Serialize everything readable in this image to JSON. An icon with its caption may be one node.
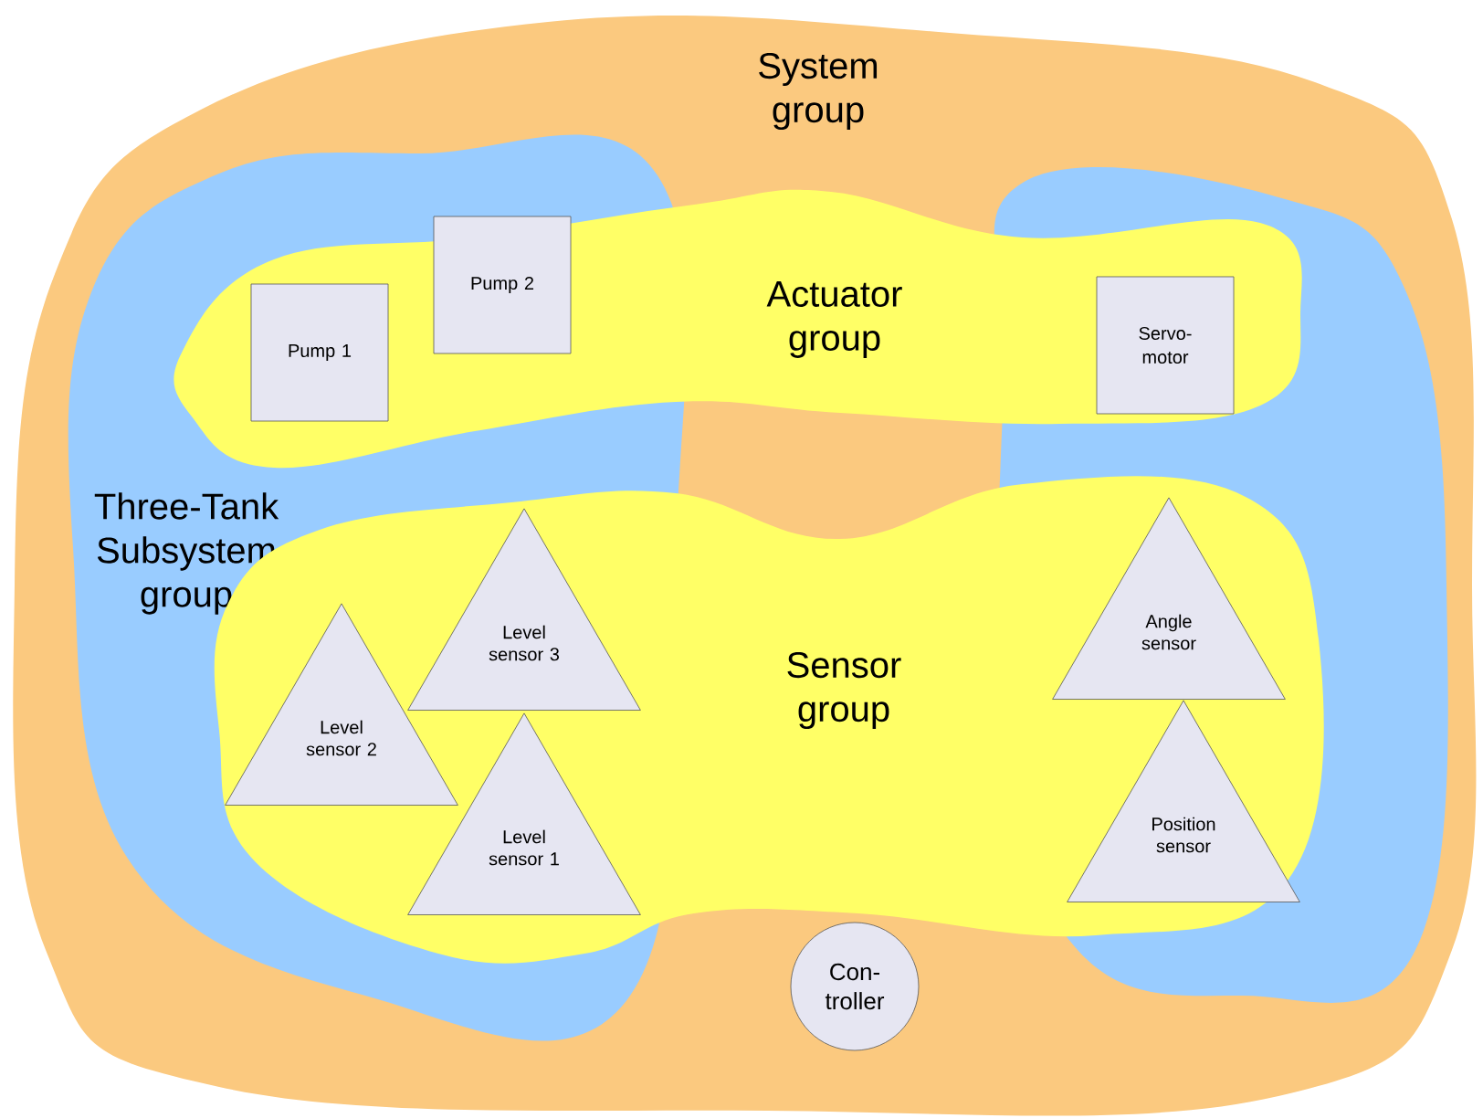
{
  "diagram": {
    "nodes": [
      {
        "text": [
          "System group"
        ]
      },
      {
        "text": [
          "Three-Tank Subsystem group"
        ],
        "in": 0
      },
      {
        "text": [
          "Actuator group"
        ],
        "in": 1
      },
      {
        "text": [
          "Pump 1"
        ],
        "in": 2
      },
      {
        "text": [
          "Pump 2"
        ],
        "in": 2
      },
      {
        "text": [
          "Servo-motor"
        ],
        "in": 2
      },
      {
        "text": [
          "Sensor group"
        ],
        "in": 1
      },
      {
        "text": [
          "Level sensor 3"
        ],
        "in": 6
      },
      {
        "text": [
          "Level sensor 2"
        ],
        "in": 6
      },
      {
        "text": [
          "Level sensor 1"
        ],
        "in": 6
      },
      {
        "text": [
          "Angle sensor"
        ],
        "in": 6
      },
      {
        "text": [
          "Position sensor"
        ],
        "in": 6
      },
      {
        "text": [
          "Con-troller"
        ],
        "in": 0
      }
    ],
    "edges": []
  }
}
